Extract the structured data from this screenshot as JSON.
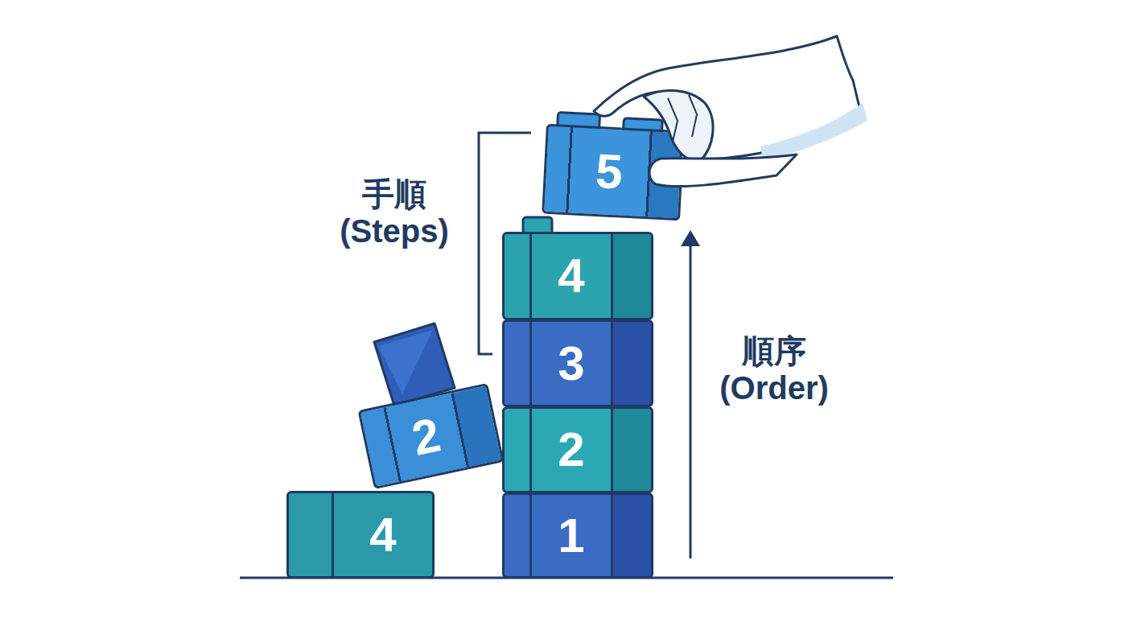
{
  "diagram": {
    "nodes": [
      {
        "text": [
          "5"
        ]
      },
      {
        "text": [
          "4"
        ]
      },
      {
        "text": [
          "3"
        ]
      },
      {
        "text": [
          "2"
        ]
      },
      {
        "text": [
          "1"
        ]
      },
      {
        "text": [
          "2"
        ]
      },
      {
        "text": [
          "4"
        ]
      }
    ],
    "labels": [
      "手順 (Steps)",
      "順序 (Order)"
    ]
  }
}
